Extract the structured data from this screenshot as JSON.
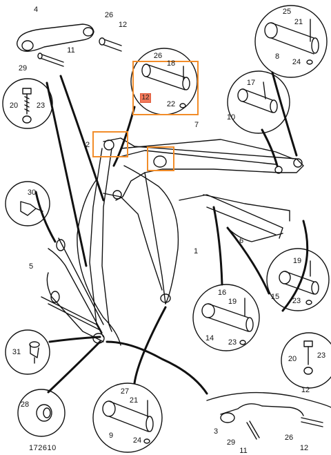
{
  "figure": {
    "id_label": "172610",
    "highlight_color": "#f28c28",
    "highlight_fill_color": "#f0785a",
    "line_color": "#111111"
  },
  "callouts": [
    {
      "id": "c-4-top",
      "text": "4"
    },
    {
      "id": "c-26-top",
      "text": "26"
    },
    {
      "id": "c-12-top",
      "text": "12"
    },
    {
      "id": "c-11-top",
      "text": "11"
    },
    {
      "id": "c-29-top",
      "text": "29"
    },
    {
      "id": "c-20-left",
      "text": "20"
    },
    {
      "id": "c-23-left",
      "text": "23"
    },
    {
      "id": "c-26-mid",
      "text": "26"
    },
    {
      "id": "c-18-mid",
      "text": "18"
    },
    {
      "id": "c-22-mid",
      "text": "22"
    },
    {
      "id": "c-25",
      "text": "25"
    },
    {
      "id": "c-21-top",
      "text": "21"
    },
    {
      "id": "c-8",
      "text": "8"
    },
    {
      "id": "c-24-top",
      "text": "24"
    },
    {
      "id": "c-17",
      "text": "17"
    },
    {
      "id": "c-10",
      "text": "10"
    },
    {
      "id": "c-7",
      "text": "7"
    },
    {
      "id": "c-2",
      "text": "2"
    },
    {
      "id": "c-30",
      "text": "30"
    },
    {
      "id": "c-1",
      "text": "1"
    },
    {
      "id": "c-6",
      "text": "6"
    },
    {
      "id": "c-5",
      "text": "5"
    },
    {
      "id": "c-19-right",
      "text": "19"
    },
    {
      "id": "c-15",
      "text": "15"
    },
    {
      "id": "c-23-right",
      "text": "23"
    },
    {
      "id": "c-16",
      "text": "16"
    },
    {
      "id": "c-19-mid",
      "text": "19"
    },
    {
      "id": "c-14",
      "text": "14"
    },
    {
      "id": "c-23-mid",
      "text": "23"
    },
    {
      "id": "c-31",
      "text": "31"
    },
    {
      "id": "c-20-right",
      "text": "20"
    },
    {
      "id": "c-23-br",
      "text": "23"
    },
    {
      "id": "c-12-br",
      "text": "12"
    },
    {
      "id": "c-27",
      "text": "27"
    },
    {
      "id": "c-21-bot",
      "text": "21"
    },
    {
      "id": "c-9",
      "text": "9"
    },
    {
      "id": "c-24-bot",
      "text": "24"
    },
    {
      "id": "c-28",
      "text": "28"
    },
    {
      "id": "c-3",
      "text": "3"
    },
    {
      "id": "c-29-bot",
      "text": "29"
    },
    {
      "id": "c-11-bot",
      "text": "11"
    },
    {
      "id": "c-26-bot",
      "text": "26"
    },
    {
      "id": "c-12-bot",
      "text": "12"
    }
  ],
  "highlighted_label": "12"
}
